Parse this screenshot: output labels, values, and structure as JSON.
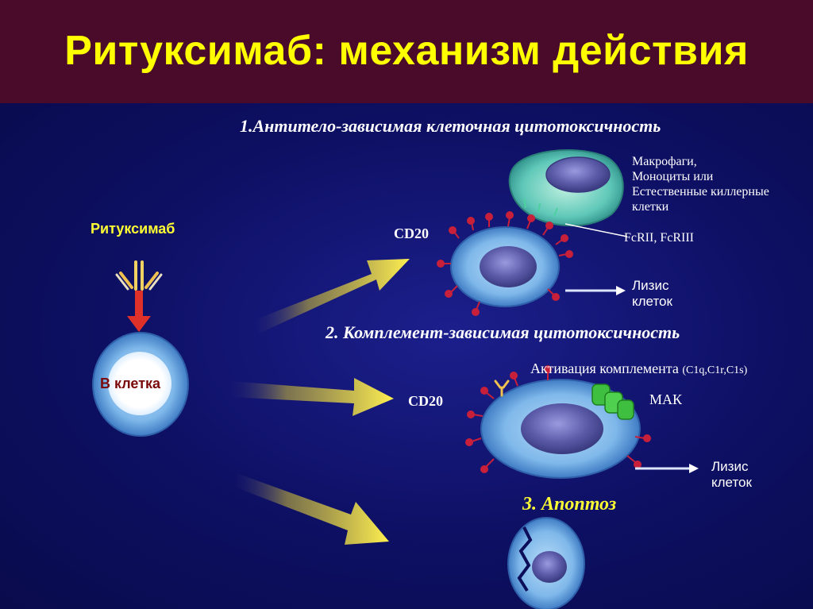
{
  "title": "Ритуксимаб: механизм действия",
  "rituximab_label": "Ритуксимаб",
  "b_cell_label": "В клетка",
  "section1": {
    "heading": "1.Антитело-зависимая клеточная цитотоксичность",
    "effector_lines": [
      "Макрофаги,",
      "Моноциты или",
      "Естественные киллерные",
      "клетки"
    ],
    "receptor_label": "FcRII, FcRIII",
    "cd20_label": "CD20",
    "lysis_lines": [
      "Лизис",
      "клеток"
    ]
  },
  "section2": {
    "heading": "2. Комплемент-зависимая цитотоксичность",
    "activation_label": "Активация комплемента",
    "activation_detail": "(C1q,C1r,C1s)",
    "mak_label": "МАК",
    "cd20_label": "CD20",
    "lysis_lines": [
      "Лизис",
      "клеток"
    ]
  },
  "section3": {
    "heading": "3. Апоптоз"
  },
  "colors": {
    "header_bg": "#4a0a2a",
    "title": "#ffff00",
    "background": "#0c0e5a",
    "arrow": "#f2e34a",
    "cell_membrane": "#7fb8ea",
    "nucleus": "#5a5aa8",
    "cd20_receptor": "#c8203a",
    "complement_complex": "#3fbf3f"
  }
}
